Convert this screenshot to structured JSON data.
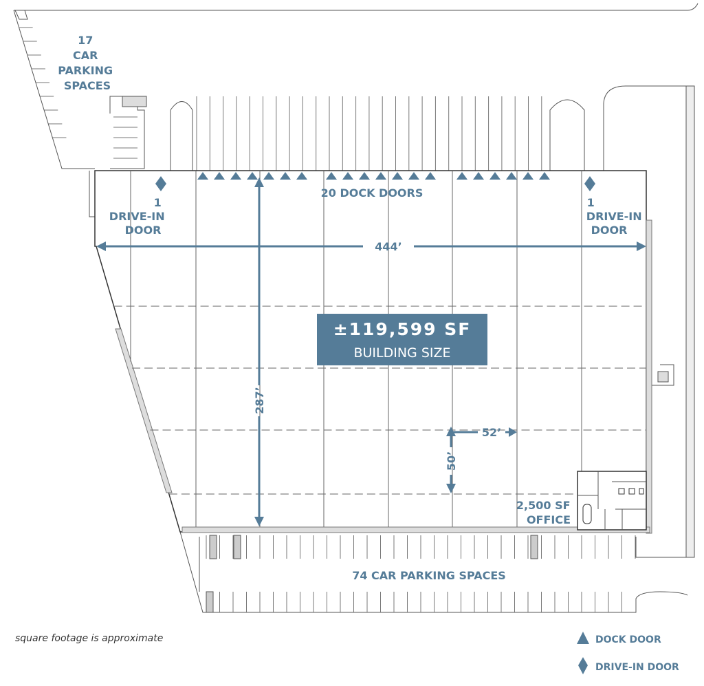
{
  "labels": {
    "north_parking": [
      "17",
      "CAR",
      "PARKING",
      "SPACES"
    ],
    "dock_doors": "20 DOCK DOORS",
    "drive_in_left": [
      "1",
      "DRIVE-IN",
      "DOOR"
    ],
    "drive_in_right": [
      "1",
      "DRIVE-IN",
      "DOOR"
    ],
    "width_dim": "444’",
    "depth_dim": "287’",
    "bay_width": "52’",
    "bay_depth": "50’",
    "building_size": "±119,599 SF",
    "building_size_caption": "BUILDING SIZE",
    "office": [
      "2,500 SF",
      "OFFICE"
    ],
    "south_parking": "74 CAR PARKING SPACES",
    "footnote": "square footage is approximate"
  },
  "legend": [
    {
      "icon": "triangle",
      "label": "DOCK DOOR"
    },
    {
      "icon": "diamond",
      "label": "DRIVE-IN DOOR"
    }
  ],
  "dock_door_groups": [
    7,
    7,
    6
  ],
  "colors": {
    "accent": "#557c98",
    "line": "#555555"
  }
}
